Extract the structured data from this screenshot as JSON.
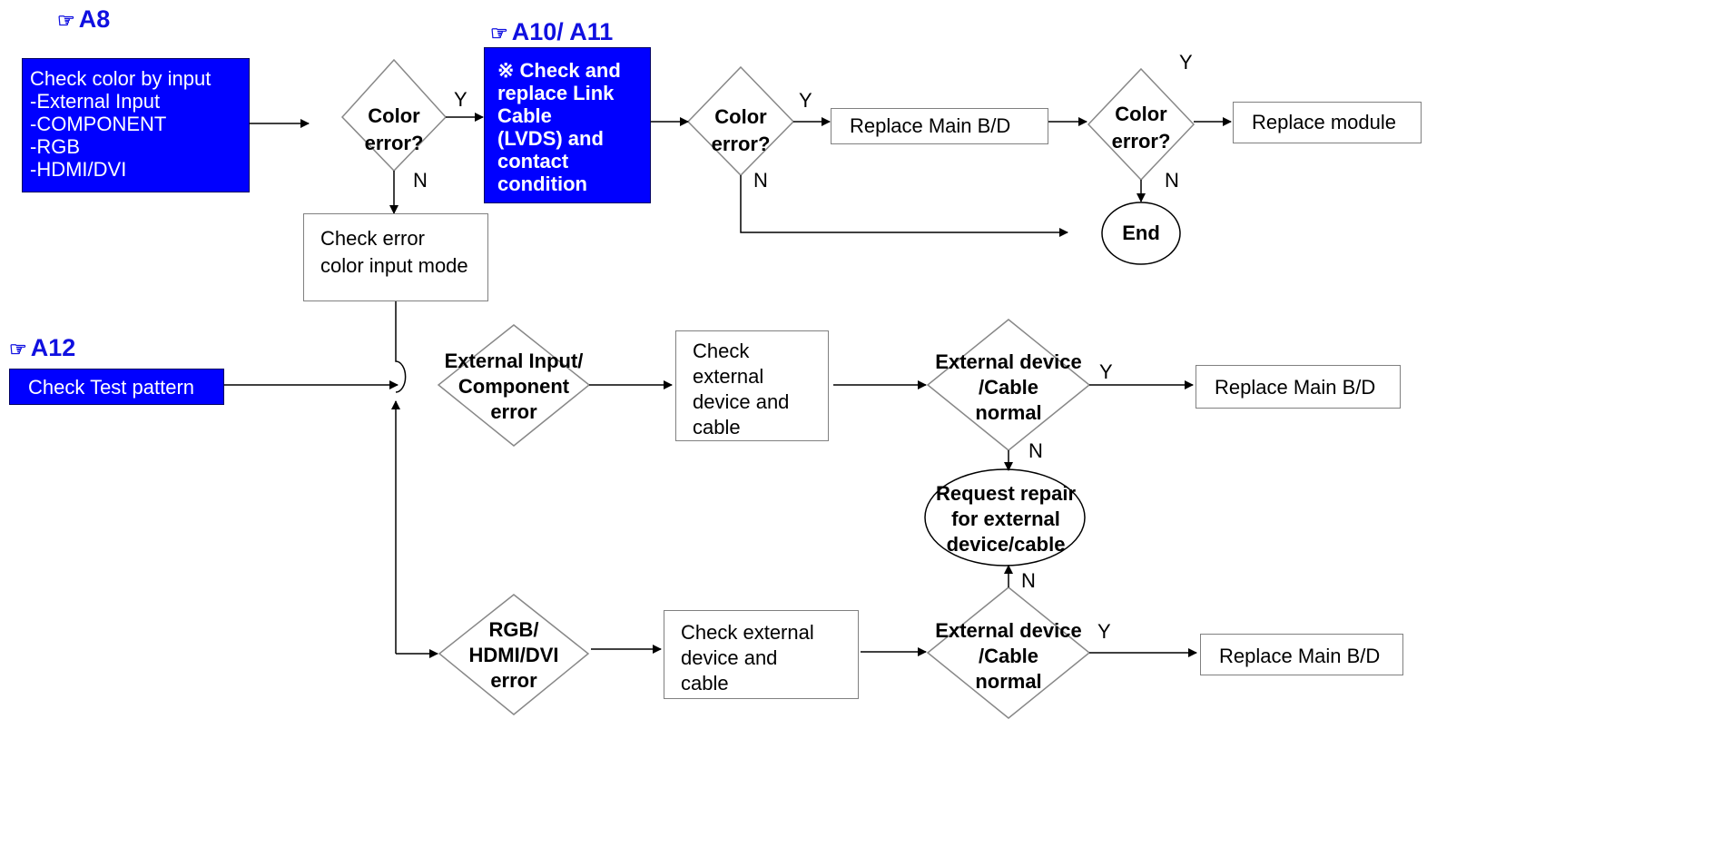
{
  "refs": {
    "a8": "A8",
    "a10": "A10/ A11",
    "a12": "A12",
    "hand_icon": "☞"
  },
  "nodes": {
    "check_color_by_input": [
      "Check color by input",
      "-External Input",
      "-COMPONENT",
      "-RGB",
      "-HDMI/DVI"
    ],
    "check_test_pattern": "Check Test pattern",
    "color_error_1": [
      "Color",
      "error?"
    ],
    "check_replace_link": [
      "※ Check and",
      "replace Link",
      "Cable",
      "(LVDS) and",
      "contact",
      "condition"
    ],
    "color_error_2": [
      "Color",
      "error?"
    ],
    "replace_main_bd_1": "Replace Main B/D",
    "color_error_3": [
      "Color",
      "error?"
    ],
    "replace_module": "Replace module",
    "end": "End",
    "check_error_color_mode": [
      "Check error",
      "color input mode"
    ],
    "ext_component_error": [
      "External Input/",
      "Component",
      "error"
    ],
    "check_ext_device_1": [
      "Check",
      "external",
      "device and",
      "cable"
    ],
    "ext_device_normal_1": [
      "External device",
      "/Cable",
      "normal"
    ],
    "replace_main_bd_2": "Replace Main B/D",
    "request_repair": [
      "Request repair",
      "for external",
      "device/cable"
    ],
    "rgb_error": [
      "RGB/",
      "HDMI/DVI",
      "error"
    ],
    "check_ext_device_2": [
      "Check external",
      "device and",
      "cable"
    ],
    "ext_device_normal_2": [
      "External device",
      "/Cable",
      "normal"
    ],
    "replace_main_bd_3": "Replace Main B/D"
  },
  "edge_labels": {
    "yes": "Y",
    "no": "N"
  },
  "colors": {
    "blue_box": "#0000ff",
    "ref_text": "#1010e0",
    "border": "#808080"
  }
}
